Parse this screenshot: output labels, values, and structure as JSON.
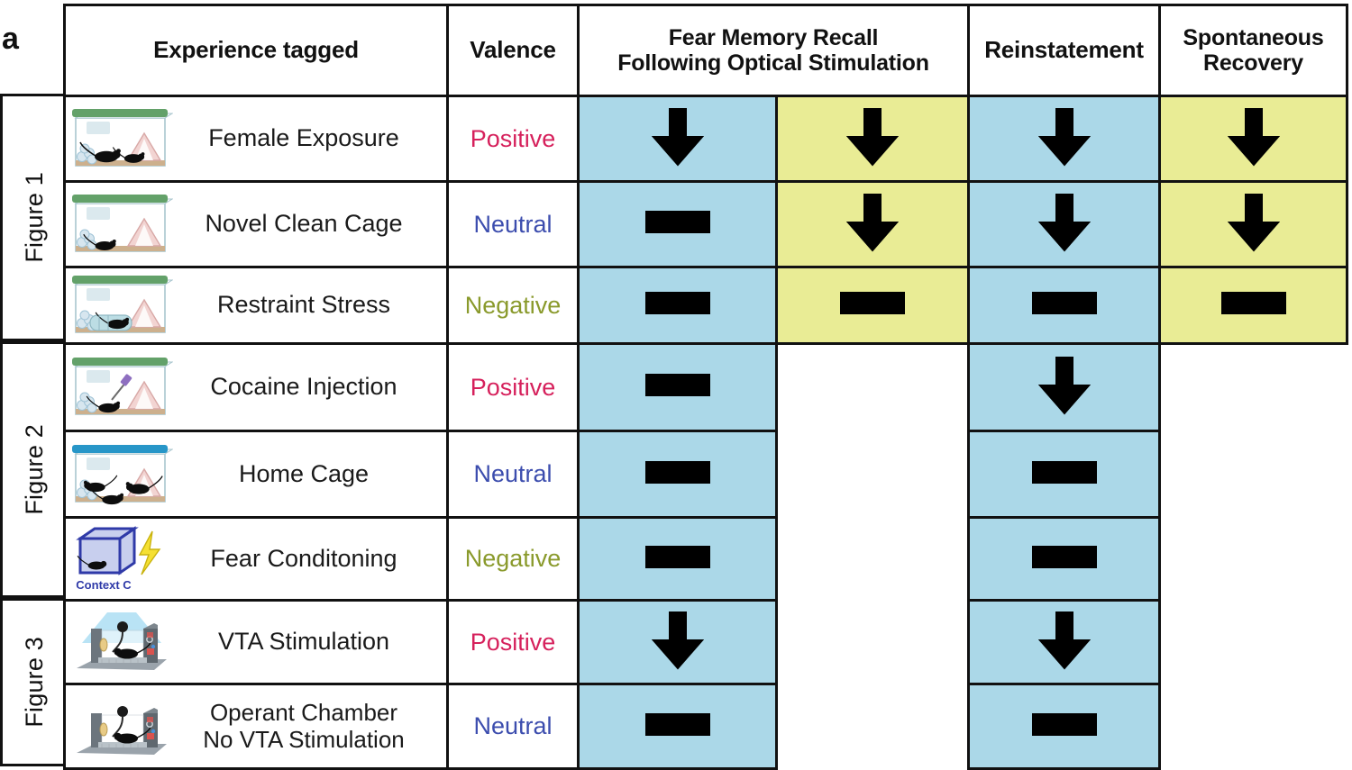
{
  "panel": {
    "letter": "a"
  },
  "legend_colors": {
    "cell_blue": "#abd8e8",
    "cell_yellow": "#e9ec95",
    "positive": "#d6215c",
    "neutral": "#3c4dae",
    "negative": "#8a9a2c",
    "grid": "#111111",
    "symbol": "#000000"
  },
  "header": {
    "experience": "Experience tagged",
    "valence": "Valence",
    "fear_recall_line1": "Fear Memory Recall",
    "fear_recall_line2": "Following Optical Stimulation",
    "reinstatement": "Reinstatement",
    "spontaneous_line1": "Spontaneous",
    "spontaneous_line2": "Recovery"
  },
  "groups": [
    {
      "label": "Figure 1",
      "row_count": 3
    },
    {
      "label": "Figure 2",
      "row_count": 3
    },
    {
      "label": "Figure 3",
      "row_count": 2
    }
  ],
  "rows": [
    {
      "group": "Figure 1",
      "experience": "Female Exposure",
      "experience_line2": "",
      "icon": "cage-two-mice-green-lid-icon",
      "valence": "Positive",
      "valence_color": "#d6215c",
      "cells": [
        {
          "column": "fear_recall_a",
          "fill": "blue",
          "symbol": "down-arrow"
        },
        {
          "column": "fear_recall_b",
          "fill": "yellow",
          "symbol": "down-arrow"
        },
        {
          "column": "reinstatement",
          "fill": "blue",
          "symbol": "down-arrow"
        },
        {
          "column": "spontaneous",
          "fill": "yellow",
          "symbol": "down-arrow"
        }
      ]
    },
    {
      "group": "Figure 1",
      "experience": "Novel Clean Cage",
      "experience_line2": "",
      "icon": "cage-one-mouse-green-lid-icon",
      "valence": "Neutral",
      "valence_color": "#3c4dae",
      "cells": [
        {
          "column": "fear_recall_a",
          "fill": "blue",
          "symbol": "dash"
        },
        {
          "column": "fear_recall_b",
          "fill": "yellow",
          "symbol": "down-arrow"
        },
        {
          "column": "reinstatement",
          "fill": "blue",
          "symbol": "down-arrow"
        },
        {
          "column": "spontaneous",
          "fill": "yellow",
          "symbol": "down-arrow"
        }
      ]
    },
    {
      "group": "Figure 1",
      "experience": "Restraint Stress",
      "experience_line2": "",
      "icon": "cage-restraint-tube-green-lid-icon",
      "valence": "Negative",
      "valence_color": "#8a9a2c",
      "cells": [
        {
          "column": "fear_recall_a",
          "fill": "blue",
          "symbol": "dash"
        },
        {
          "column": "fear_recall_b",
          "fill": "yellow",
          "symbol": "dash"
        },
        {
          "column": "reinstatement",
          "fill": "blue",
          "symbol": "dash"
        },
        {
          "column": "spontaneous",
          "fill": "yellow",
          "symbol": "dash"
        }
      ]
    },
    {
      "group": "Figure 2",
      "experience": "Cocaine Injection",
      "experience_line2": "",
      "icon": "cage-mouse-syringe-green-lid-icon",
      "valence": "Positive",
      "valence_color": "#d6215c",
      "cells": [
        {
          "column": "fear_recall_a",
          "fill": "blue",
          "symbol": "dash"
        },
        {
          "column": "fear_recall_b",
          "fill": "none",
          "symbol": "none"
        },
        {
          "column": "reinstatement",
          "fill": "blue",
          "symbol": "down-arrow"
        },
        {
          "column": "spontaneous",
          "fill": "none",
          "symbol": "none"
        }
      ]
    },
    {
      "group": "Figure 2",
      "experience": "Home Cage",
      "experience_line2": "",
      "icon": "cage-three-mice-blue-lid-icon",
      "valence": "Neutral",
      "valence_color": "#3c4dae",
      "cells": [
        {
          "column": "fear_recall_a",
          "fill": "blue",
          "symbol": "dash"
        },
        {
          "column": "fear_recall_b",
          "fill": "none",
          "symbol": "none"
        },
        {
          "column": "reinstatement",
          "fill": "blue",
          "symbol": "dash"
        },
        {
          "column": "spontaneous",
          "fill": "none",
          "symbol": "none"
        }
      ]
    },
    {
      "group": "Figure 2",
      "experience": "Fear Conditoning",
      "experience_line2": "",
      "icon": "context-c-chamber-lightning-icon",
      "icon_caption": "Context C",
      "valence": "Negative",
      "valence_color": "#8a9a2c",
      "cells": [
        {
          "column": "fear_recall_a",
          "fill": "blue",
          "symbol": "dash"
        },
        {
          "column": "fear_recall_b",
          "fill": "none",
          "symbol": "none"
        },
        {
          "column": "reinstatement",
          "fill": "blue",
          "symbol": "dash"
        },
        {
          "column": "spontaneous",
          "fill": "none",
          "symbol": "none"
        }
      ]
    },
    {
      "group": "Figure 3",
      "experience": "VTA Stimulation",
      "experience_line2": "",
      "icon": "operant-chamber-blue-light-icon",
      "valence": "Positive",
      "valence_color": "#d6215c",
      "cells": [
        {
          "column": "fear_recall_a",
          "fill": "blue",
          "symbol": "down-arrow"
        },
        {
          "column": "fear_recall_b",
          "fill": "none",
          "symbol": "none"
        },
        {
          "column": "reinstatement",
          "fill": "blue",
          "symbol": "down-arrow"
        },
        {
          "column": "spontaneous",
          "fill": "none",
          "symbol": "none"
        }
      ]
    },
    {
      "group": "Figure 3",
      "experience": "Operant Chamber",
      "experience_line2": "No VTA Stimulation",
      "icon": "operant-chamber-no-light-icon",
      "valence": "Neutral",
      "valence_color": "#3c4dae",
      "cells": [
        {
          "column": "fear_recall_a",
          "fill": "blue",
          "symbol": "dash"
        },
        {
          "column": "fear_recall_b",
          "fill": "none",
          "symbol": "none"
        },
        {
          "column": "reinstatement",
          "fill": "blue",
          "symbol": "dash"
        },
        {
          "column": "spontaneous",
          "fill": "none",
          "symbol": "none"
        }
      ]
    }
  ]
}
